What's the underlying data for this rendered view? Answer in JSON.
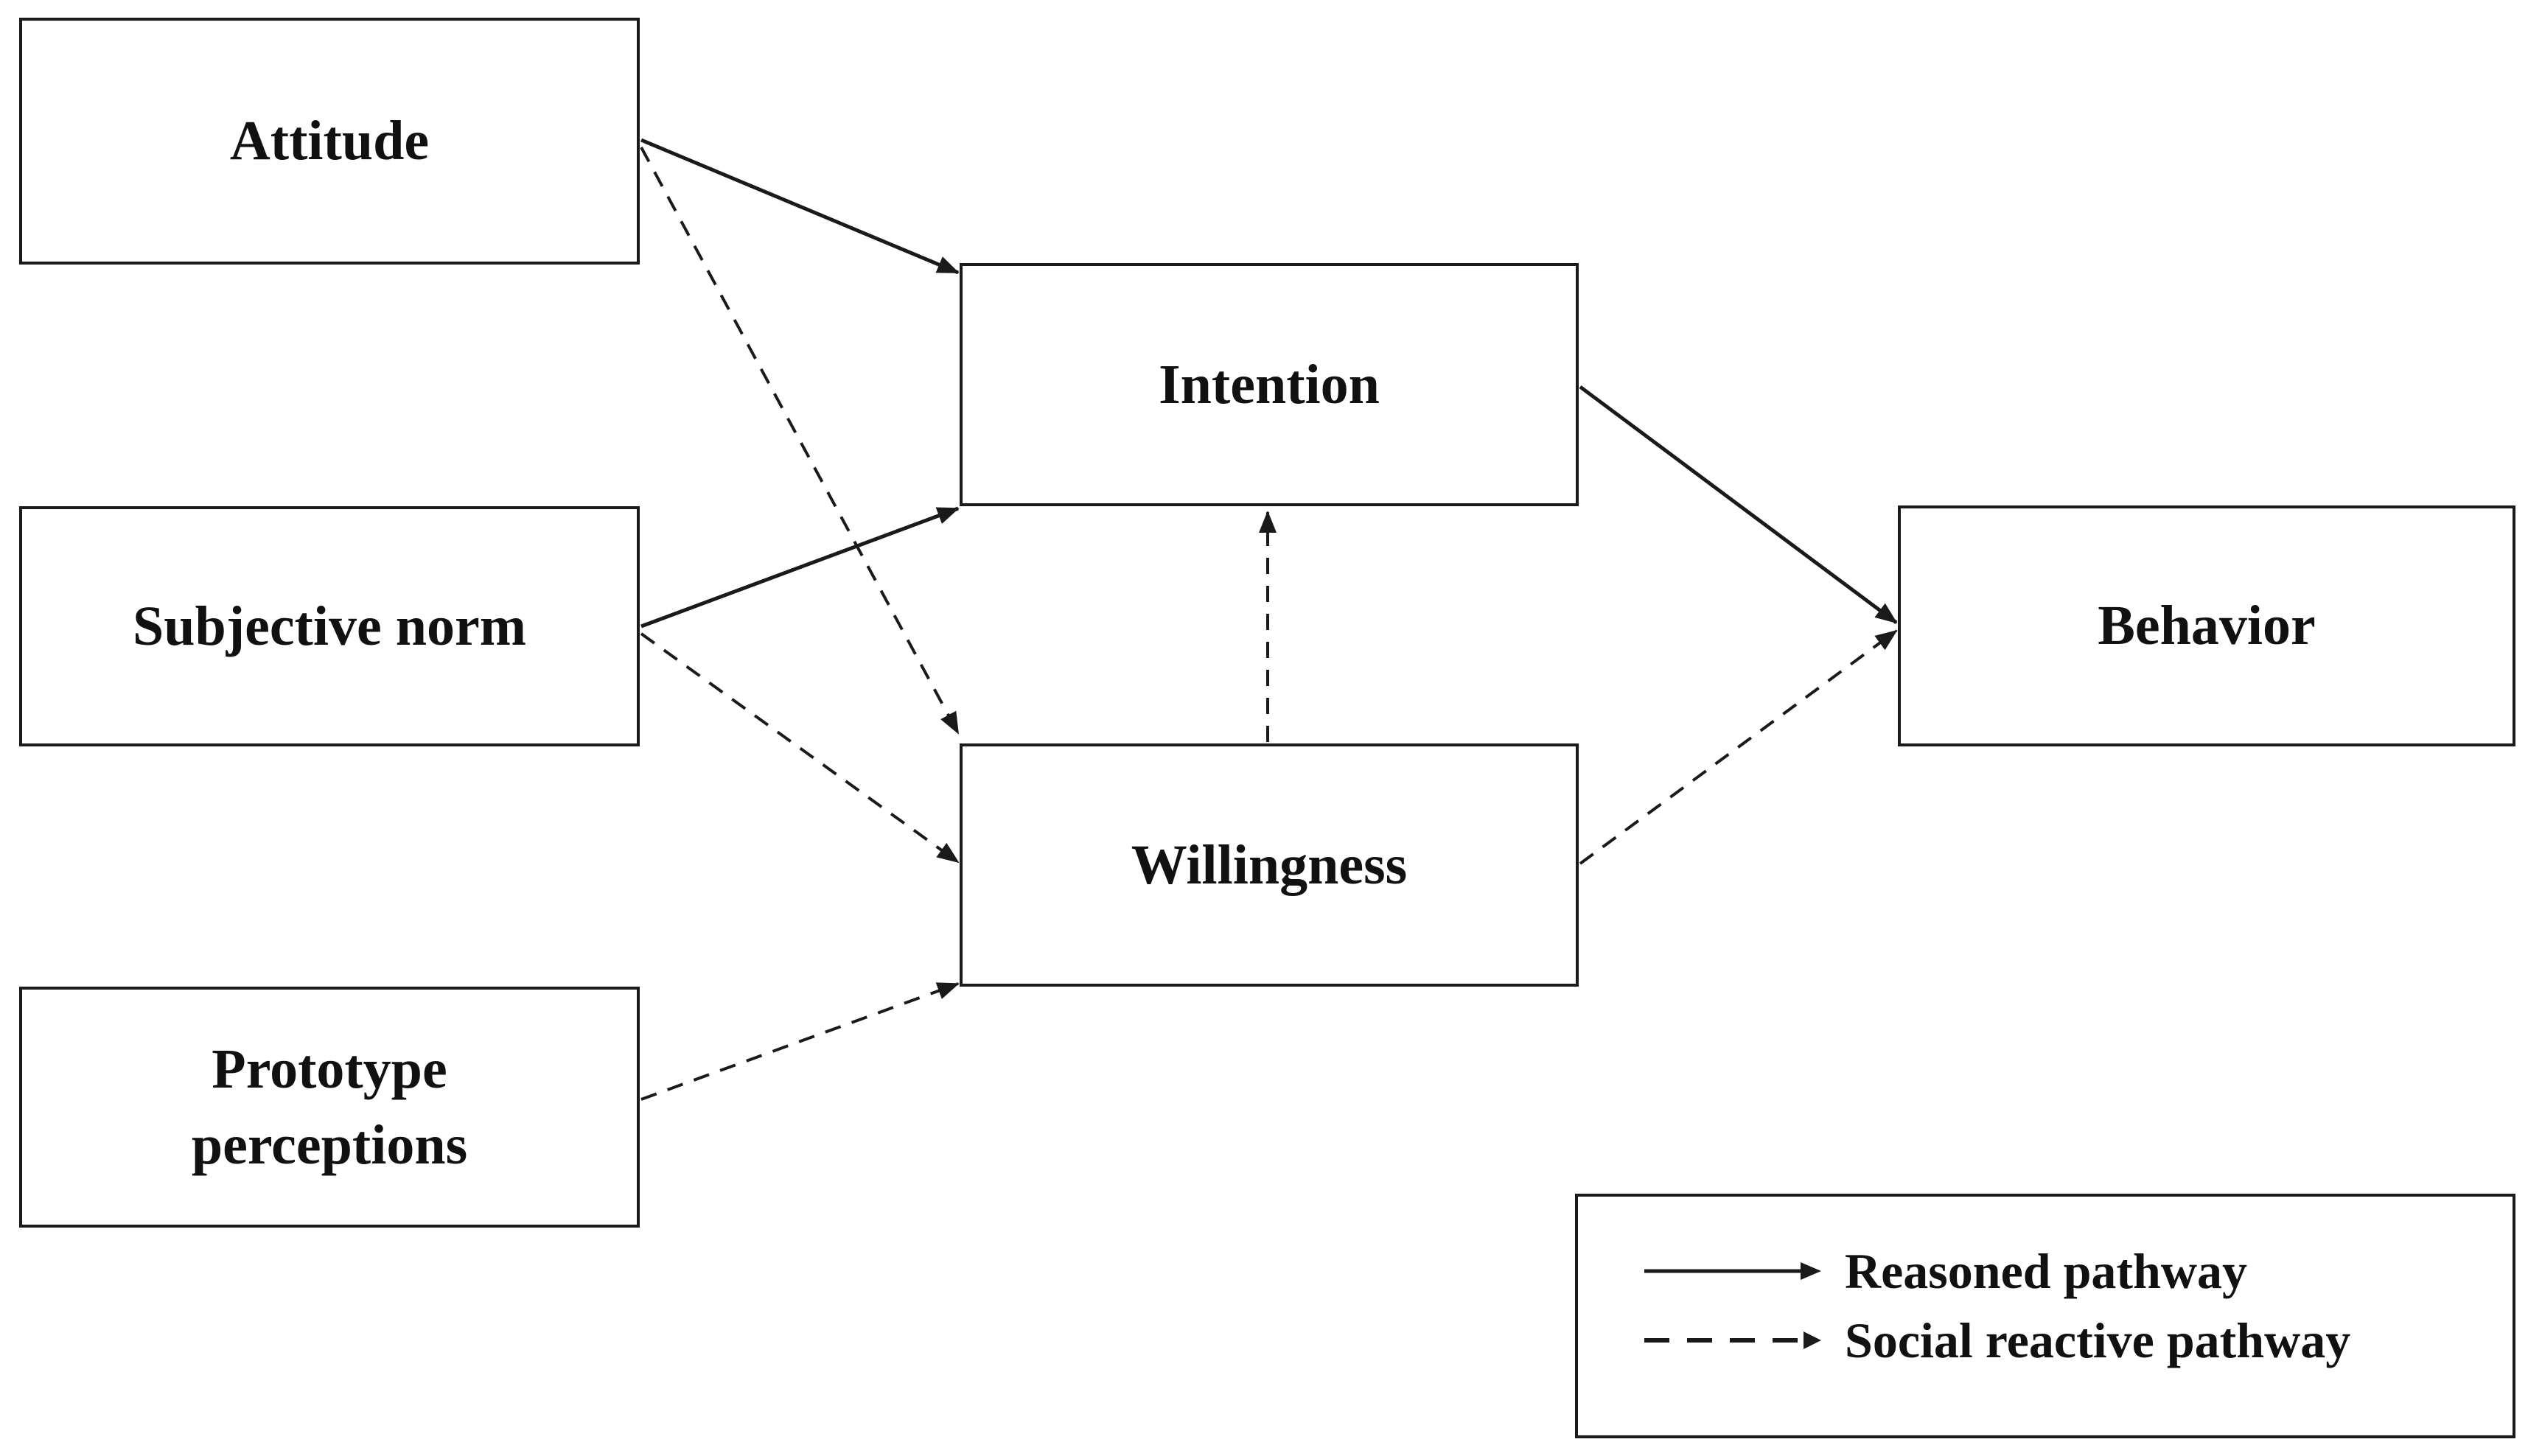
{
  "nodes": {
    "attitude": {
      "label": "Attitude"
    },
    "subjective_norm": {
      "label": "Subjective norm"
    },
    "prototype_perceptions": {
      "label": "Prototype\nperceptions"
    },
    "intention": {
      "label": "Intention"
    },
    "willingness": {
      "label": "Willingness"
    },
    "behavior": {
      "label": "Behavior"
    }
  },
  "edges": [
    {
      "from": "attitude",
      "to": "intention",
      "style": "solid"
    },
    {
      "from": "attitude",
      "to": "willingness",
      "style": "dashed"
    },
    {
      "from": "subjective_norm",
      "to": "intention",
      "style": "solid"
    },
    {
      "from": "subjective_norm",
      "to": "willingness",
      "style": "dashed"
    },
    {
      "from": "prototype_perceptions",
      "to": "willingness",
      "style": "dashed"
    },
    {
      "from": "willingness",
      "to": "intention",
      "style": "dashed"
    },
    {
      "from": "intention",
      "to": "behavior",
      "style": "solid"
    },
    {
      "from": "willingness",
      "to": "behavior",
      "style": "dashed"
    }
  ],
  "legend": {
    "reasoned": {
      "label": "Reasoned pathway",
      "style": "solid"
    },
    "social_reactive": {
      "label": "Social reactive pathway",
      "style": "dashed"
    }
  },
  "colors": {
    "stroke": "#1a1a1a",
    "text": "#111111",
    "background": "#ffffff"
  }
}
